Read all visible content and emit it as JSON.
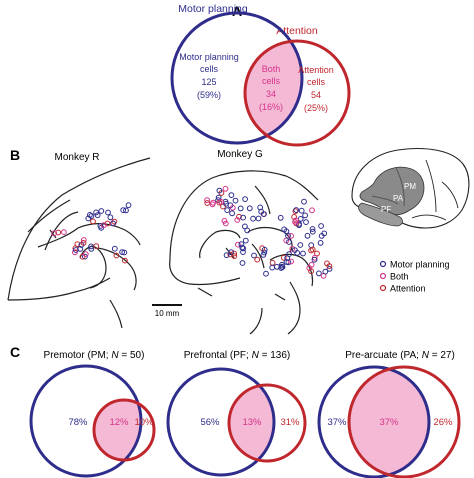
{
  "colors": {
    "motor": "#2e2d8c",
    "attention": "#c0272d",
    "both": "#d6338a",
    "overlap_fill": "#f4b9d5",
    "brain_gray": "#8a8a8a"
  },
  "panel_a": {
    "letter": "A",
    "motor_title": "Motor planning",
    "attention_title": "Attention",
    "motor_label_1": "Motor planning",
    "motor_label_2": "cells",
    "motor_count": "125",
    "motor_pct": "(59%)",
    "both_label_1": "Both",
    "both_label_2": "cells",
    "both_count": "34",
    "both_pct": "(16%)",
    "attention_label_1": "Attention",
    "attention_label_2": "cells",
    "attention_count": "54",
    "attention_pct": "(25%)"
  },
  "panel_b": {
    "letter": "B",
    "monkey_r": "Monkey R",
    "monkey_g": "Monkey G",
    "scale_bar": "10 mm",
    "region_pm": "PM",
    "region_pa": "PA",
    "region_pf": "PF",
    "legend": [
      {
        "label": "Motor planning",
        "color": "#2e2d8c"
      },
      {
        "label": "Both",
        "color": "#d6338a"
      },
      {
        "label": "Attention",
        "color": "#c0272d"
      }
    ]
  },
  "panel_c": {
    "letter": "C",
    "venns": [
      {
        "title_prefix": "Premotor (PM; ",
        "title_n": "N",
        "title_suffix": " = 50)",
        "motor_pct": "78%",
        "both_pct": "12%",
        "attention_pct": "10%"
      },
      {
        "title_prefix": "Prefrontal (PF; ",
        "title_n": "N",
        "title_suffix": " = 136)",
        "motor_pct": "56%",
        "both_pct": "13%",
        "attention_pct": "31%"
      },
      {
        "title_prefix": "Pre-arcuate (PA; ",
        "title_n": "N",
        "title_suffix": " = 27)",
        "motor_pct": "37%",
        "both_pct": "37%",
        "attention_pct": "26%"
      }
    ]
  }
}
